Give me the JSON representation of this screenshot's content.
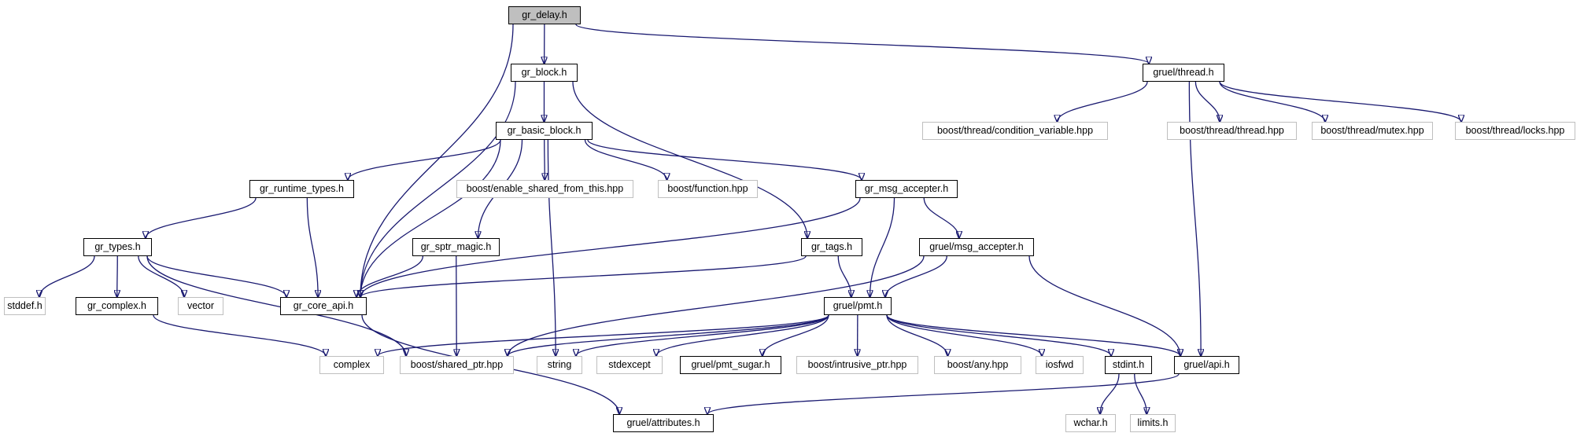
{
  "diagram": {
    "nodes": [
      {
        "id": "gr_delay",
        "label": "gr_delay.h",
        "kind": "root"
      },
      {
        "id": "gr_block",
        "label": "gr_block.h",
        "kind": "local"
      },
      {
        "id": "gruel_thread",
        "label": "gruel/thread.h",
        "kind": "local"
      },
      {
        "id": "gr_basic_block",
        "label": "gr_basic_block.h",
        "kind": "local"
      },
      {
        "id": "boost_condvar",
        "label": "boost/thread/condition_variable.hpp",
        "kind": "external"
      },
      {
        "id": "boost_thread",
        "label": "boost/thread/thread.hpp",
        "kind": "external"
      },
      {
        "id": "boost_mutex",
        "label": "boost/thread/mutex.hpp",
        "kind": "external"
      },
      {
        "id": "boost_locks",
        "label": "boost/thread/locks.hpp",
        "kind": "external"
      },
      {
        "id": "gr_runtime_types",
        "label": "gr_runtime_types.h",
        "kind": "local"
      },
      {
        "id": "boost_esft",
        "label": "boost/enable_shared_from_this.hpp",
        "kind": "external"
      },
      {
        "id": "boost_function",
        "label": "boost/function.hpp",
        "kind": "external"
      },
      {
        "id": "gr_msg_accepter",
        "label": "gr_msg_accepter.h",
        "kind": "local"
      },
      {
        "id": "gr_types",
        "label": "gr_types.h",
        "kind": "local"
      },
      {
        "id": "gr_sptr_magic",
        "label": "gr_sptr_magic.h",
        "kind": "local"
      },
      {
        "id": "gr_tags",
        "label": "gr_tags.h",
        "kind": "local"
      },
      {
        "id": "gruel_msg_accepter",
        "label": "gruel/msg_accepter.h",
        "kind": "local"
      },
      {
        "id": "stddef",
        "label": "stddef.h",
        "kind": "external"
      },
      {
        "id": "gr_complex",
        "label": "gr_complex.h",
        "kind": "local"
      },
      {
        "id": "vector",
        "label": "vector",
        "kind": "external"
      },
      {
        "id": "gr_core_api",
        "label": "gr_core_api.h",
        "kind": "local"
      },
      {
        "id": "gruel_pmt",
        "label": "gruel/pmt.h",
        "kind": "local"
      },
      {
        "id": "complex",
        "label": "complex",
        "kind": "external"
      },
      {
        "id": "boost_shared_ptr",
        "label": "boost/shared_ptr.hpp",
        "kind": "external"
      },
      {
        "id": "string",
        "label": "string",
        "kind": "external"
      },
      {
        "id": "stdexcept",
        "label": "stdexcept",
        "kind": "external"
      },
      {
        "id": "gruel_pmt_sugar",
        "label": "gruel/pmt_sugar.h",
        "kind": "local"
      },
      {
        "id": "boost_intrusive_ptr",
        "label": "boost/intrusive_ptr.hpp",
        "kind": "external"
      },
      {
        "id": "boost_any",
        "label": "boost/any.hpp",
        "kind": "external"
      },
      {
        "id": "iosfwd",
        "label": "iosfwd",
        "kind": "external"
      },
      {
        "id": "stdint",
        "label": "stdint.h",
        "kind": "local"
      },
      {
        "id": "gruel_api",
        "label": "gruel/api.h",
        "kind": "local"
      },
      {
        "id": "wchar",
        "label": "wchar.h",
        "kind": "external"
      },
      {
        "id": "limits",
        "label": "limits.h",
        "kind": "external"
      },
      {
        "id": "gruel_attributes",
        "label": "gruel/attributes.h",
        "kind": "local"
      }
    ],
    "edges": [
      {
        "from": "gr_delay",
        "to": "gr_block"
      },
      {
        "from": "gr_delay",
        "to": "gruel_thread"
      },
      {
        "from": "gr_delay",
        "to": "gr_core_api"
      },
      {
        "from": "gr_block",
        "to": "gr_basic_block"
      },
      {
        "from": "gr_block",
        "to": "gr_core_api"
      },
      {
        "from": "gr_block",
        "to": "gr_tags"
      },
      {
        "from": "gruel_thread",
        "to": "boost_condvar"
      },
      {
        "from": "gruel_thread",
        "to": "boost_thread"
      },
      {
        "from": "gruel_thread",
        "to": "boost_mutex"
      },
      {
        "from": "gruel_thread",
        "to": "boost_locks"
      },
      {
        "from": "gruel_thread",
        "to": "gruel_api"
      },
      {
        "from": "gr_basic_block",
        "to": "gr_runtime_types"
      },
      {
        "from": "gr_basic_block",
        "to": "boost_esft"
      },
      {
        "from": "gr_basic_block",
        "to": "boost_function"
      },
      {
        "from": "gr_basic_block",
        "to": "gr_msg_accepter"
      },
      {
        "from": "gr_basic_block",
        "to": "gr_sptr_magic"
      },
      {
        "from": "gr_basic_block",
        "to": "gr_core_api"
      },
      {
        "from": "gr_basic_block",
        "to": "string"
      },
      {
        "from": "gr_runtime_types",
        "to": "gr_types"
      },
      {
        "from": "gr_runtime_types",
        "to": "gr_core_api"
      },
      {
        "from": "gr_msg_accepter",
        "to": "gr_core_api"
      },
      {
        "from": "gr_msg_accepter",
        "to": "gruel_pmt"
      },
      {
        "from": "gr_msg_accepter",
        "to": "gruel_msg_accepter"
      },
      {
        "from": "gr_types",
        "to": "stddef"
      },
      {
        "from": "gr_types",
        "to": "gr_complex"
      },
      {
        "from": "gr_types",
        "to": "vector"
      },
      {
        "from": "gr_types",
        "to": "gr_core_api"
      },
      {
        "from": "gr_types",
        "to": "boost_shared_ptr"
      },
      {
        "from": "gr_sptr_magic",
        "to": "gr_core_api"
      },
      {
        "from": "gr_sptr_magic",
        "to": "boost_shared_ptr"
      },
      {
        "from": "gr_tags",
        "to": "gr_core_api"
      },
      {
        "from": "gr_tags",
        "to": "gruel_pmt"
      },
      {
        "from": "gruel_msg_accepter",
        "to": "gruel_pmt"
      },
      {
        "from": "gruel_msg_accepter",
        "to": "gruel_api"
      },
      {
        "from": "gruel_msg_accepter",
        "to": "boost_shared_ptr"
      },
      {
        "from": "gr_complex",
        "to": "complex"
      },
      {
        "from": "gr_core_api",
        "to": "gruel_attributes"
      },
      {
        "from": "gruel_pmt",
        "to": "complex"
      },
      {
        "from": "gruel_pmt",
        "to": "boost_shared_ptr"
      },
      {
        "from": "gruel_pmt",
        "to": "string"
      },
      {
        "from": "gruel_pmt",
        "to": "stdexcept"
      },
      {
        "from": "gruel_pmt",
        "to": "gruel_pmt_sugar"
      },
      {
        "from": "gruel_pmt",
        "to": "boost_intrusive_ptr"
      },
      {
        "from": "gruel_pmt",
        "to": "boost_any"
      },
      {
        "from": "gruel_pmt",
        "to": "iosfwd"
      },
      {
        "from": "gruel_pmt",
        "to": "stdint"
      },
      {
        "from": "gruel_pmt",
        "to": "gruel_api"
      },
      {
        "from": "stdint",
        "to": "wchar"
      },
      {
        "from": "stdint",
        "to": "limits"
      },
      {
        "from": "gruel_api",
        "to": "gruel_attributes"
      }
    ],
    "colors": {
      "edge": "#191970",
      "root_fill": "#bfbfbf",
      "local_border": "#000000",
      "external_border": "#bfbfbf"
    }
  }
}
